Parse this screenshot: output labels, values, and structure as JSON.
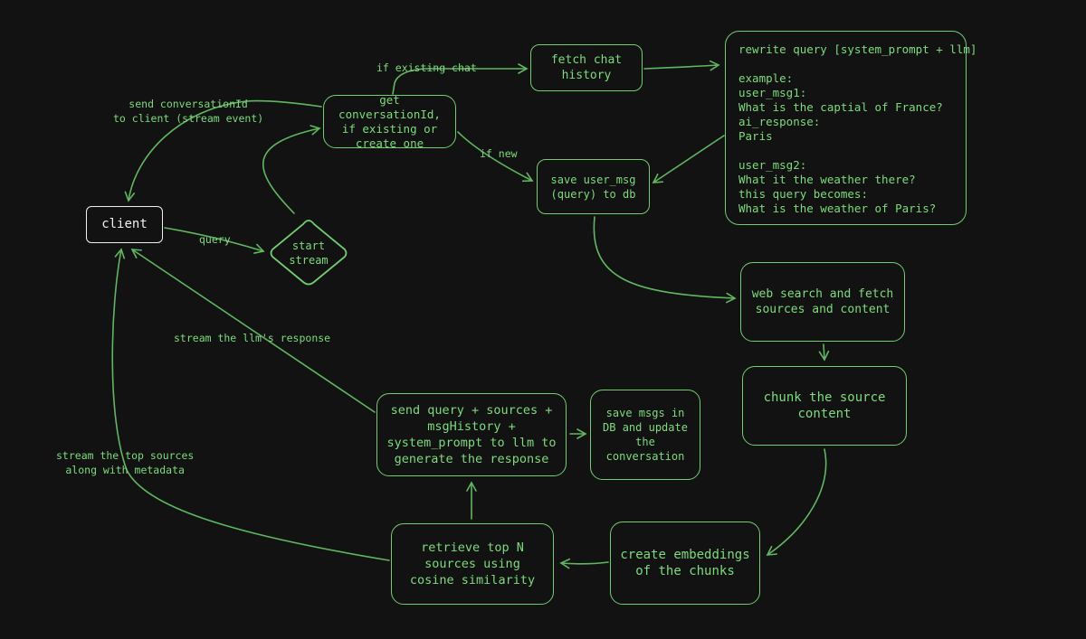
{
  "nodes": {
    "client": "client",
    "start_stream": "start\nstream",
    "get_conversation": "get conversationId, if existing or create one",
    "fetch_history": "fetch chat history",
    "rewrite_query": "rewrite query [system_prompt + llm]\n\nexample:\nuser_msg1:\nWhat is the captial of France?\nai_response:\nParis\n\nuser_msg2:\nWhat it the weather there?\nthis query becomes:\nWhat is the weather of Paris?",
    "save_user_msg": "save user_msg (query) to db",
    "web_search": "web search and fetch sources and content",
    "chunk": "chunk the source content",
    "embeddings": "create embeddings of the chunks",
    "retrieve": "retrieve top N sources using cosine similarity",
    "send_llm": "send query + sources + msgHistory + system_prompt to llm to generate the response",
    "save_msgs": "save msgs in DB and update the conversation"
  },
  "edges": {
    "query": "query",
    "send_conversation_id": "send conversationId\nto client (stream event)",
    "if_existing_chat": "if existing chat",
    "if_new": "if new",
    "stream_llm_response": "stream the llm's response",
    "stream_top_sources": "stream the top sources\nalong with metadata"
  },
  "colors": {
    "background": "#121212",
    "accent": "#6fcf6f",
    "client_border": "#f0f0f0"
  }
}
